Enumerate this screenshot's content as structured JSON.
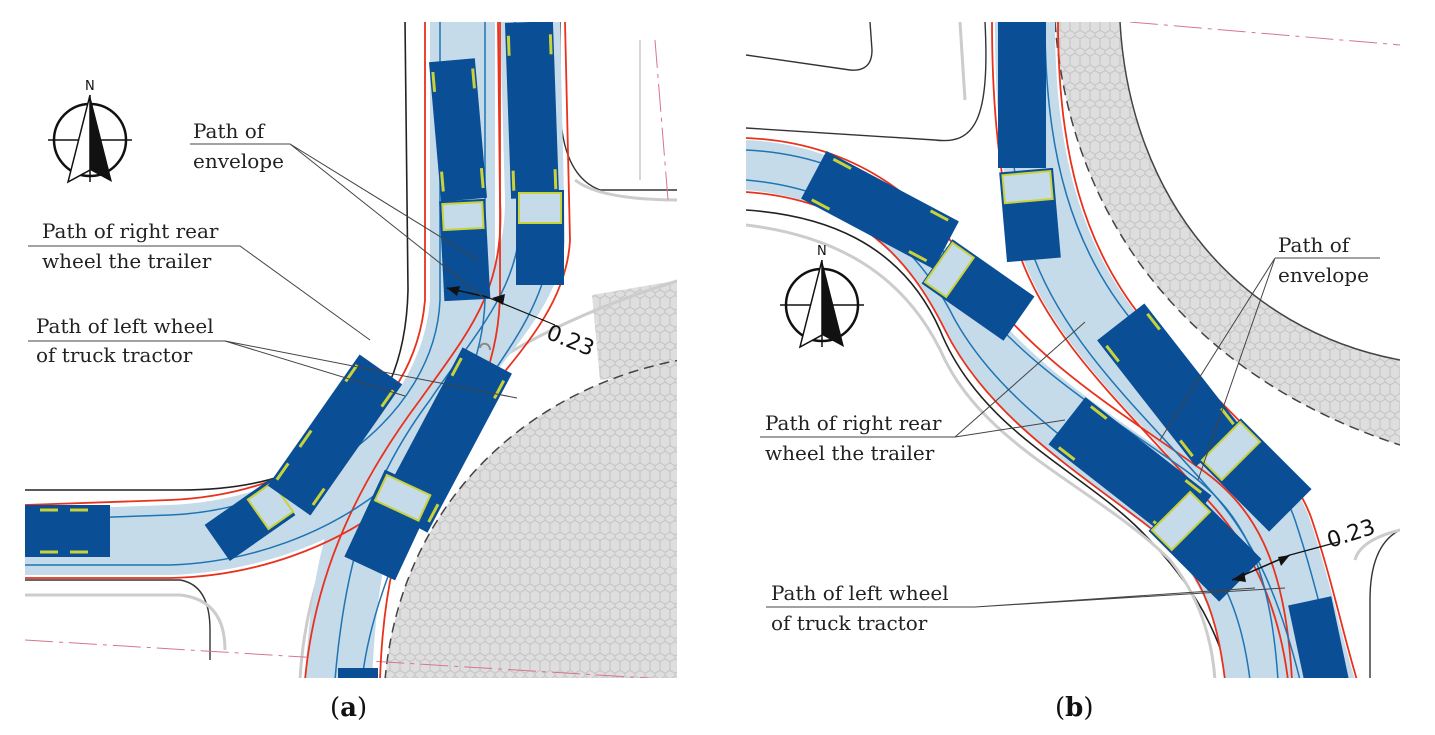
{
  "panel_a": {
    "caption_open": "(",
    "caption_letter": "a",
    "caption_close": ")",
    "north": "N",
    "label_envelope_1": "Path of",
    "label_envelope_2": "envelope",
    "label_right_rear_1": "Path of right rear",
    "label_right_rear_2": "wheel the trailer",
    "label_left_wheel_1": "Path of left wheel",
    "label_left_wheel_2": "of truck tractor",
    "dimension": "0.23"
  },
  "panel_b": {
    "caption_open": "(",
    "caption_letter": "b",
    "caption_close": ")",
    "north": "N",
    "label_envelope_1": "Path of",
    "label_envelope_2": "envelope",
    "label_right_rear_1": "Path of right rear",
    "label_right_rear_2": "wheel the trailer",
    "label_left_wheel_1": "Path of left wheel",
    "label_left_wheel_2": "of truck tractor",
    "dimension": "0.23"
  },
  "colors": {
    "vehicle": "#0a4e96",
    "swept_path": "#c5dbe9",
    "envelope_line": "#e8321e",
    "wheel_path": "#1f74b4",
    "wheel_marks": "#c9d23a",
    "island": "#dcdcdc"
  }
}
